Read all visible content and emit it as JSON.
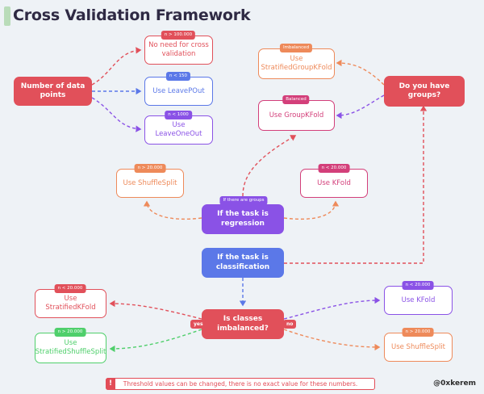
{
  "title": "Cross Validation Framework",
  "colors": {
    "red": "#e1505a",
    "pink": "#d33f7a",
    "blue": "#5b78e8",
    "purple": "#8a52e6",
    "orange": "#ee8a5a",
    "green": "#4fcf6b",
    "bg": "#eef2f6"
  },
  "nodes": {
    "data_points": "Number of data points",
    "no_cv": "No need for cross validation",
    "leave_p_out": "Use LeavePOut",
    "leave_one_out": "Use LeaveOneOut",
    "groups_question": "Do you have groups?",
    "stratified_group_kfold": "Use StratifiedGroupKFold",
    "group_kfold": "Use GroupKFold",
    "shuffle_split_top": "Use ShuffleSplit",
    "kfold_top": "Use KFold",
    "regression": "If the task is regression",
    "classification": "If the task is classification",
    "stratified_kfold": "Use StratifiedKFold",
    "imbalanced_question": "Is classes imbalanced?",
    "stratified_shuffle_split": "Use StratifiedShuffleSplit",
    "kfold_bottom": "Use KFold",
    "shuffle_split_bottom": "Use ShuffleSplit"
  },
  "tags": {
    "no_cv": "n > 100.000",
    "leave_p_out": "n < 150",
    "leave_one_out": "n < 1000",
    "stratified_group_kfold": "Imbalanced",
    "group_kfold": "Balanced",
    "shuffle_split_top": "n > 20.000",
    "kfold_top": "n < 20.000",
    "regression": "If there are groups",
    "stratified_kfold": "n < 20.000",
    "stratified_shuffle_split": "n > 20.000",
    "kfold_bottom": "n < 20.000",
    "shuffle_split_bottom": "n > 20.000"
  },
  "answers": {
    "yes": "yes",
    "no": "no"
  },
  "note": "Threshold values can be changed, there is no exact value for these numbers.",
  "note_icon": "!",
  "credit": "@0xkerem"
}
